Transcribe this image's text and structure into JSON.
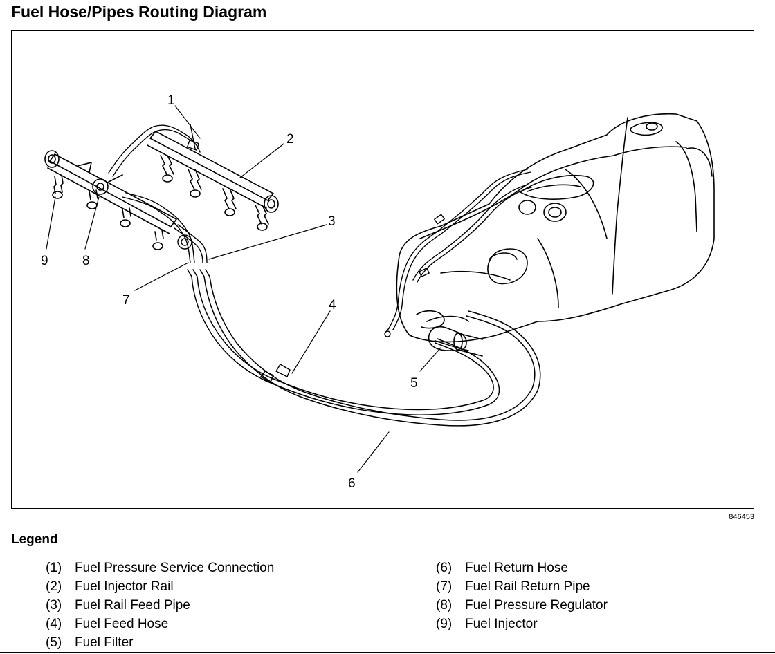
{
  "title": "Fuel Hose/Pipes Routing Diagram",
  "figure_id": "846453",
  "legend": {
    "title": "Legend",
    "left": [
      {
        "num": "(1)",
        "label": "Fuel Pressure Service Connection"
      },
      {
        "num": "(2)",
        "label": "Fuel Injector Rail"
      },
      {
        "num": "(3)",
        "label": "Fuel Rail Feed Pipe"
      },
      {
        "num": "(4)",
        "label": "Fuel Feed Hose"
      },
      {
        "num": "(5)",
        "label": "Fuel Filter"
      }
    ],
    "right": [
      {
        "num": "(6)",
        "label": "Fuel Return Hose"
      },
      {
        "num": "(7)",
        "label": "Fuel Rail Return Pipe"
      },
      {
        "num": "(8)",
        "label": "Fuel Pressure Regulator"
      },
      {
        "num": "(9)",
        "label": "Fuel Injector"
      }
    ]
  },
  "callouts": [
    "1",
    "2",
    "3",
    "4",
    "5",
    "6",
    "7",
    "8",
    "9"
  ]
}
